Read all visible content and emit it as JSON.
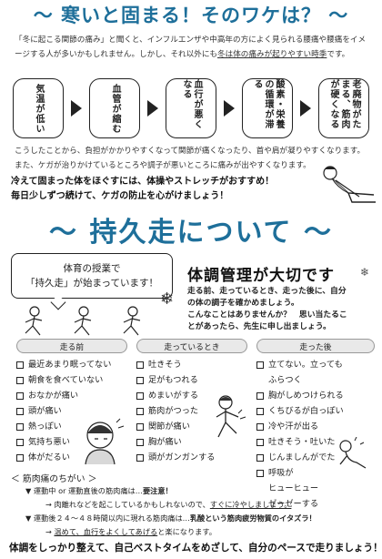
{
  "section1": {
    "title": "〜 寒いと固まる！そのワケは？ 〜",
    "intro": [
      "「冬に起こる関節の痛み」と聞くと、インフルエンザや中高年の方によく見られる腰痛や腰痛をイメ",
      "ージする人が多いかもしれません。しかし、それ以外にも"
    ],
    "intro_underline": "冬は体の痛みが起りやすい時季",
    "intro_end": "です。",
    "flow": [
      "気温が低い",
      "血管が縮む",
      "血行が悪くなる",
      "酸素・栄養の循環が滞る",
      "老廃物がたまる、筋肉が硬くなる"
    ],
    "body_lines": [
      "こうしたことから、負担がかかりやすくなって関節が痛くなったり、首や肩が凝りやすくなります。",
      "また、ケガが治りかけているところや調子が悪いところに痛みが出やすくなります。"
    ],
    "advice": [
      "冷えて固まった体をほぐすには、体操やストレッチがおすすめ！",
      "毎日少しずつ続けて、ケガの防止を心がけましょう！"
    ]
  },
  "section2": {
    "title": "〜 持久走について 〜",
    "bubble": [
      "体育の授業で",
      "「持久走」が始まっています！"
    ],
    "health_title": "体調管理が大切です",
    "health_text": [
      "走る前、走っているとき、走った後に、自分",
      "の体の調子を確かめましょう。",
      "こんなことはありませんか？　思い当たるこ",
      "とがあったら、先生に申し出ましょう。"
    ],
    "columns": [
      {
        "header": "走る前",
        "items": [
          "最近あまり眠ってない",
          "朝食を食べていない",
          "おなかが痛い",
          "頭が痛い",
          "熱っぽい",
          "気持ち悪い",
          "体がだるい"
        ]
      },
      {
        "header": "走っているとき",
        "items": [
          "吐きそう",
          "足がもつれる",
          "めまいがする",
          "筋肉がつった",
          "関節が痛い",
          "胸が痛い",
          "頭がガンガンする"
        ]
      },
      {
        "header": "走った後",
        "items": [
          "立てない。立っても",
          "ふらつく",
          "胸がしめつけられる",
          "くちびるが白っぽい",
          "冷や汗が出る",
          "吐きそう・吐いた",
          "じんましんがでた",
          "呼吸が",
          "ヒューヒュー",
          "ゼーゼーする"
        ]
      }
    ],
    "muscle_pain": {
      "heading": "＜ 筋肉痛のちがい ＞",
      "a_pre": "運動中 or 運動直後の筋肉痛は…",
      "a_bold": "要注意！",
      "a2_pre": "→ 肉離れなどを起こしているかもしれないので、",
      "a2_ul": "すぐに冷やしましょう。",
      "b_pre": "運動後２４〜４８時間以内に現れる筋肉痛は…",
      "b_bold": "乳酸という筋肉疲労物質のイタズラ！",
      "b2_ul": "温めて、血行をよくしてあげる",
      "b2_post": "と楽になります。"
    },
    "footer": "体調をしっかり整えて、自己ベストタイムをめざして、自分のペースで走りましょう！"
  }
}
